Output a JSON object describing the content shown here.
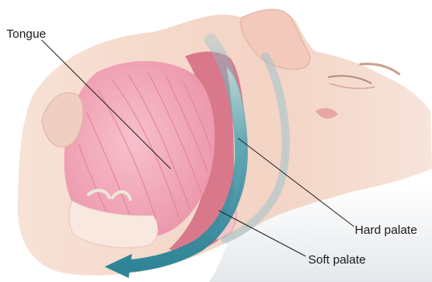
{
  "labels": {
    "tongue": "Tongue",
    "hard_palate": "Hard palate",
    "soft_palate": "Soft palate"
  },
  "colors": {
    "skin": "#f4d9cc",
    "skin_shadow": "#e8bfb0",
    "tongue": "#f3a9ba",
    "tongue_fiber": "#e27f97",
    "airway": "#d9788b",
    "palate": "#f6ecd6",
    "arrow": "#3f94a6",
    "pillow": "#eef1f3",
    "leader_line": "#222222"
  },
  "icons": {
    "airflow": "airflow-arrow"
  }
}
